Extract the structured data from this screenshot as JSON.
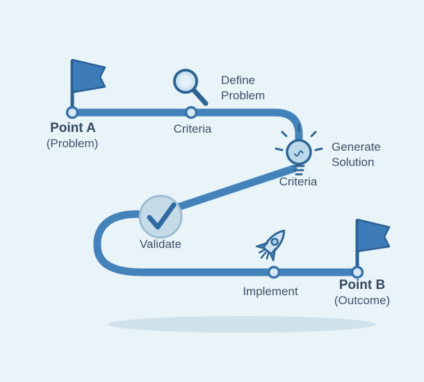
{
  "labels": {
    "point_a": "Point A",
    "point_a_sub": "(Problem)",
    "criteria_1": "Criteria",
    "define_1": "Define",
    "define_2": "Problem",
    "generate_1": "Generate",
    "generate_2": "Solution",
    "criteria_2": "Criteria",
    "validate": "Validate",
    "implement": "Implement",
    "point_b": "Point B",
    "point_b_sub": "(Outcome)"
  },
  "icons": [
    "start-flag-icon",
    "magnifier-icon",
    "lightbulb-icon",
    "checkmark-icon",
    "rocket-icon",
    "end-flag-icon"
  ],
  "colors": {
    "background": "#e9f4f8",
    "path": "#4482ba",
    "outline": "#2e6492",
    "flag_fill": "#3d7cb8",
    "icon_fill": "#bcd9ec",
    "dot_fill": "#d6e8f4",
    "text": "#3d5065",
    "shadow": "#cfe1ea"
  }
}
